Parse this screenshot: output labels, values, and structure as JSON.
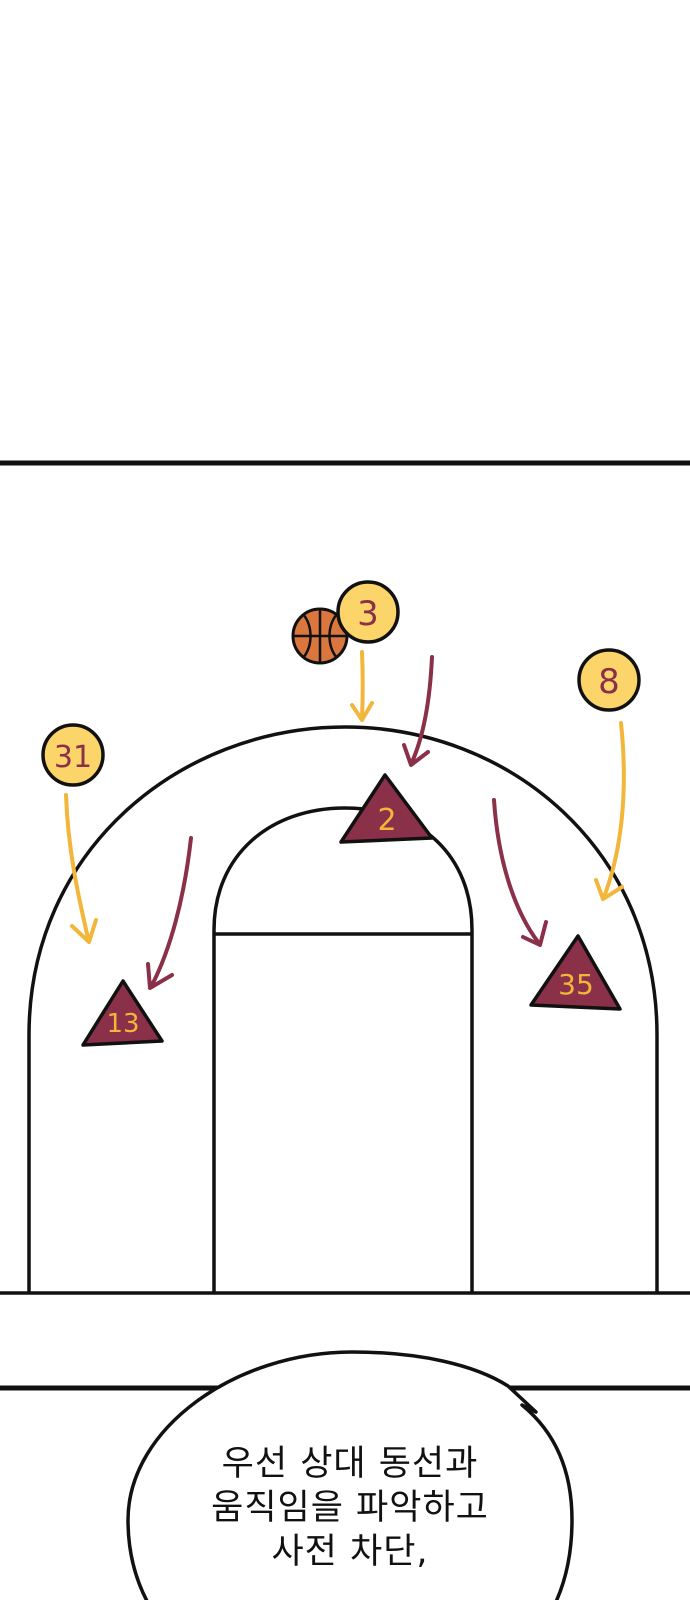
{
  "panel": {
    "offense_color": "#f2b63a",
    "offense_fill": "#fbd46a",
    "defense_color": "#8a3048",
    "offense_players": [
      {
        "id": "p3",
        "number": "3"
      },
      {
        "id": "p31",
        "number": "31"
      },
      {
        "id": "p8",
        "number": "8"
      }
    ],
    "defense_players": [
      {
        "id": "d2",
        "number": "2"
      },
      {
        "id": "d13",
        "number": "13"
      },
      {
        "id": "d35",
        "number": "35"
      }
    ],
    "ball_icon": "basketball-icon"
  },
  "speech_bubble": {
    "lines": [
      "우선 상대 동선과",
      "움직임을 파악하고",
      "사전 차단,"
    ]
  }
}
